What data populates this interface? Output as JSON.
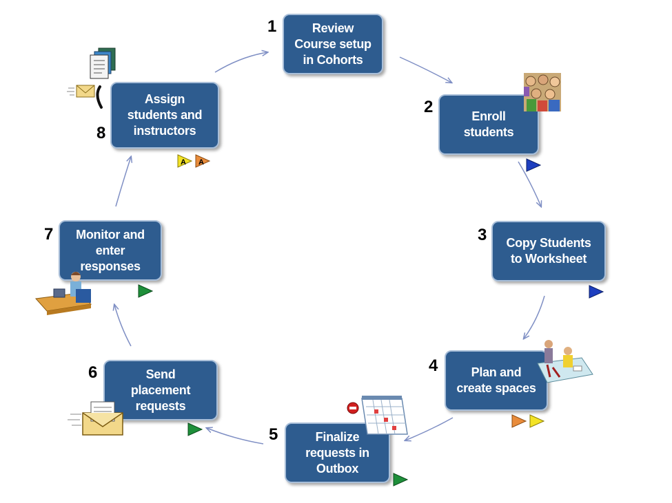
{
  "steps": [
    {
      "num": "1",
      "label": "Review\nCourse setup\nin Cohorts"
    },
    {
      "num": "2",
      "label": "Enroll\nstudents"
    },
    {
      "num": "3",
      "label": "Copy Students\nto Worksheet"
    },
    {
      "num": "4",
      "label": "Plan and\ncreate spaces"
    },
    {
      "num": "5",
      "label": "Finalize\nrequests in\nOutbox"
    },
    {
      "num": "6",
      "label": "Send\nplacement\nrequests"
    },
    {
      "num": "7",
      "label": "Monitor and\nenter\nresponses"
    },
    {
      "num": "8",
      "label": "Assign\nstudents and\ninstructors"
    }
  ],
  "colors": {
    "box": "#2e5c8f",
    "border": "#a9bfd9",
    "arrow": "#7f8fc4"
  },
  "play_icons": {
    "blue": "#1e3fbf",
    "green": "#1e8f3a",
    "orange": "#e98c3b",
    "yellow": "#f3e326",
    "letter_a": "A"
  }
}
